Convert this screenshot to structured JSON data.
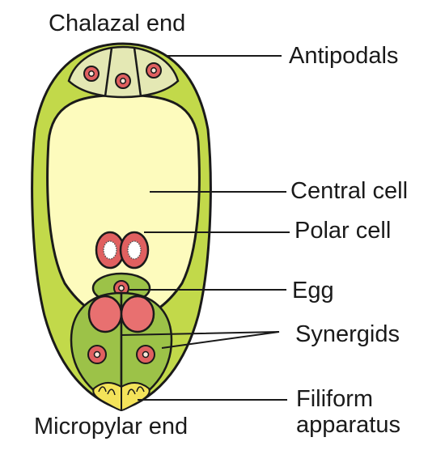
{
  "labels": {
    "chalazal_end": "Chalazal end",
    "micropylar_end": "Micropylar end",
    "antipodals": "Antipodals",
    "central_cell": "Central cell",
    "polar_cell": "Polar cell",
    "egg": "Egg",
    "synergids": "Synergids",
    "filiform_line1": "Filiform",
    "filiform_line2": "apparatus"
  },
  "colors": {
    "outer_wall": "#c2d94a",
    "central_cell": "#fdfbbd",
    "antipodal_cells": "#e4e8b4",
    "nucleus_outer": "#e06060",
    "nucleus_inner": "#fbe8dc",
    "egg_and_synergid_cells": "#9cc248",
    "filiform_apparatus": "#f4e35a",
    "outline": "#1a1a1a"
  }
}
